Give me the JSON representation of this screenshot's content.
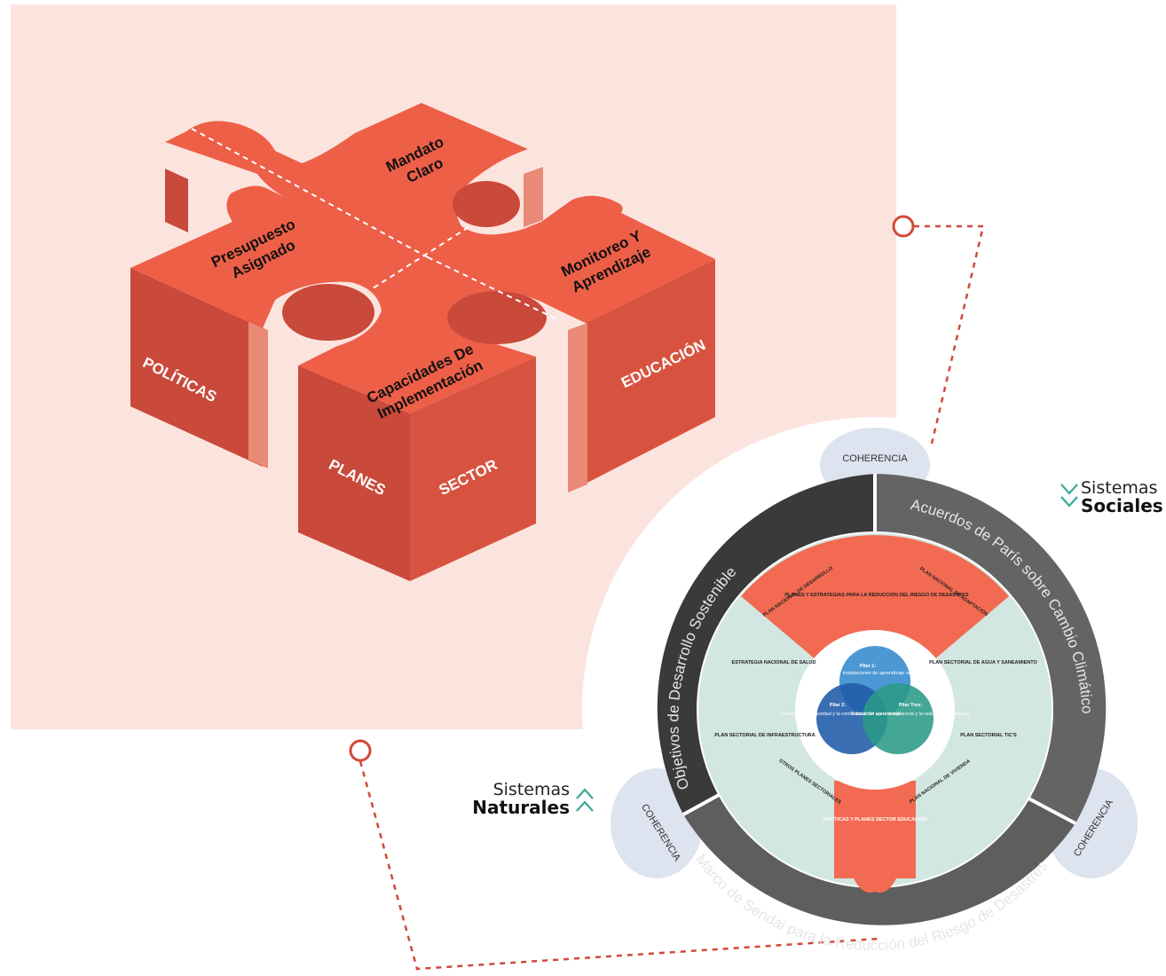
{
  "puzzle": {
    "top_labels": {
      "mandato": [
        "Mandato",
        "Claro"
      ],
      "presupuesto": [
        "Presupuesto",
        "Asignado"
      ],
      "monitoreo": [
        "Monitoreo Y",
        "Aprendizaje"
      ],
      "capacidades": [
        "Capacidades De",
        "Implementación"
      ]
    },
    "side_labels": {
      "politicas": "POLÍTICAS",
      "educacion": "EDUCACIÓN",
      "planes": "PLANES",
      "sector": "SECTOR"
    }
  },
  "wheel": {
    "coherencia_top": "COHERENCIA",
    "coherencia_left": "COHERENCIA",
    "coherencia_right": "COHERENCIA",
    "ring_texts": {
      "ods": "Objetivos de Desarrollo Sostenible",
      "paris": "Acuerdos de París sobre Cambio Climático",
      "sendai": "Marco de Sendai para la Reducción del Riesgo de Desastres"
    },
    "pieces": {
      "top_left": "PLAN NACIONAL DE DESARROLLO",
      "top_center": "PLANES Y ESTRATEGIAS PARA LA REDUCCIÓN DEL RIESGO DE DESASTRES",
      "top_right": "PLAN NACIONAL DE ADAPTACIÓN",
      "mid_left": "ESTRATEGIA NACIONAL DE SALUD",
      "mid_right": "PLAN SECTORIAL DE AGUA Y SANEAMIENTO",
      "left": "PLAN SECTORIAL DE INFRAESTRUCTURA",
      "right": "PLAN SECTORIAL TIC'S",
      "bottom_left": "OTROS PLANES SECTORIALES",
      "bottom_right": "PLAN NACIONAL DE VIVIENDA",
      "bottom": "POLÍTICAS Y PLANES SECTOR EDUCACIÓN"
    },
    "pilares": {
      "p1_title": "Pilar 1:",
      "p1_text": "Instalaciones de aprendizaje seguras",
      "p2_title": "Pilar 2:",
      "p2_text": "Gestión de la seguridad y la continuidad del aprendizaje",
      "p3_title": "Pilar Tres:",
      "p3_text": "Educación para la resiliencia y la reducción de riesgos"
    }
  },
  "legends": {
    "sociales_line1": "Sistemas",
    "sociales_line2": "Sociales",
    "naturales_line1": "Sistemas",
    "naturales_line2": "Naturales"
  },
  "colors": {
    "panel_bg": "#fce4de",
    "puzzle_top": "#ee5f48",
    "puzzle_side_dark": "#c9493a",
    "puzzle_side_mid": "#d8533f",
    "puzzle_side_light": "#e88a76",
    "wheel_ring_dark": "#3a3a3a",
    "wheel_ring_gray": "#646464",
    "coherencia_bubble": "#dde3ef",
    "teal_light": "#d2e6e2",
    "coral_piece": "#f26a52",
    "dotted_line": "#d04a3a",
    "pilar_blue": "#3c8fd1",
    "pilar_navy": "#1f5aa8",
    "pilar_teal": "#2a9a86",
    "chevron_teal": "#3aa89a"
  }
}
